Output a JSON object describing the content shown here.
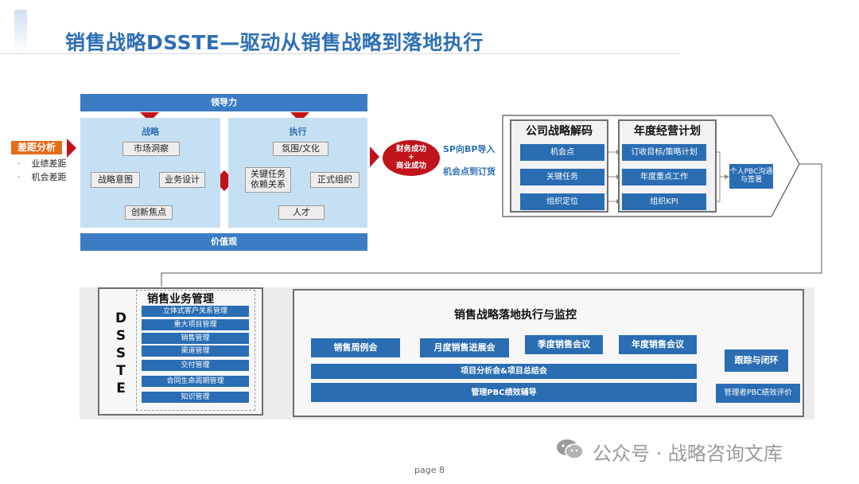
{
  "title": "销售战略DSSTE—驱动从销售战略到落地执行",
  "leadership": "领导力",
  "values": "价值观",
  "gap": {
    "label": "差距分析",
    "items": [
      "业绩差距",
      "机会差距"
    ]
  },
  "strategy": {
    "title": "战略",
    "top": "市场洞察",
    "left": "战略意图",
    "right": "业务设计",
    "bottom": "创新焦点"
  },
  "execution": {
    "title": "执行",
    "top": "氛围/文化",
    "left": "关键任务\n依赖关系",
    "right": "正式组织",
    "bottom": "人才"
  },
  "success": {
    "line1": "财务成功",
    "plus": "+",
    "line2": "商业成功"
  },
  "sp_bp": [
    "SP向BP导入",
    "机会点到订货"
  ],
  "decode": {
    "title": "公司战略解码",
    "items": [
      "机会点",
      "关键任务",
      "组织定位"
    ]
  },
  "annual": {
    "title": "年度经营计划",
    "items": [
      "订收目标/策略计划",
      "年度重点工作",
      "组织KPI"
    ]
  },
  "pbc_comm": "个人PBC沟通\n与签署",
  "dsste_letters": [
    "D",
    "S",
    "S",
    "T",
    "E"
  ],
  "sales_mgmt": {
    "title": "销售业务管理",
    "items": [
      "立体式客户关系管理",
      "重大项目管理",
      "销售管理",
      "渠道管理",
      "交付管理",
      "合同生命周期管理",
      "知识管理"
    ]
  },
  "monitor": {
    "title": "销售战略落地执行与监控",
    "row1": [
      "销售周例会",
      "月度销售进展会",
      "季度销售会议",
      "年度销售会议"
    ],
    "row2": "项目分析会&项目总结会",
    "row3": "管理PBC绩效辅导",
    "track": "跟踪与闭环",
    "eval": "管理者PBC绩效评价"
  },
  "watermark": "公众号 · 战略咨询文库",
  "page": "page 8",
  "colors": {
    "primary_blue": "#2a6db3",
    "title_blue": "#2e6fb5",
    "band_blue": "#3b7cc4",
    "panel_light": "#c6e0f3",
    "arrow_red": "#c0141c",
    "gap_orange": "#e36c1a"
  }
}
